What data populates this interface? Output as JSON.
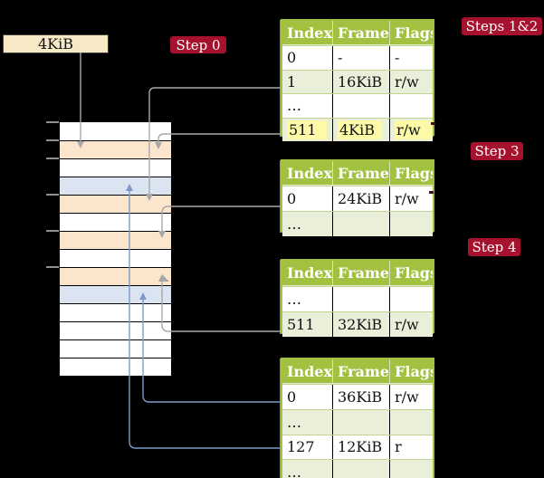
{
  "colors": {
    "background": "#000000",
    "accent_red": "#a6112e",
    "header_green": "#a3c140",
    "row_green": "#e9efd8",
    "highlight_yellow": "#fdf9a6",
    "strip_orange": "#fce5cd",
    "strip_blue": "#dbe5f2",
    "box_cream": "#f8e9c6",
    "connector_gray": "#a8a8a8",
    "connector_blue": "#7d99c7"
  },
  "page_size_box": {
    "label": "4KiB"
  },
  "step_labels": [
    {
      "id": "step-0",
      "label": "Step 0"
    },
    {
      "id": "steps-1-2",
      "label": "Steps 1&2"
    },
    {
      "id": "step-3",
      "label": "Step 3"
    },
    {
      "id": "step-4",
      "label": "Step 4"
    }
  ],
  "memory_strip": {
    "rows": [
      "white",
      "orange",
      "white",
      "blue",
      "orange",
      "white",
      "orange",
      "white",
      "orange",
      "blue",
      "white",
      "white",
      "white",
      "white"
    ]
  },
  "tables": [
    {
      "name": "page-table-steps-1-2",
      "headers": [
        "Index",
        "Frame",
        "Flags"
      ],
      "rows": [
        {
          "cells": [
            "0",
            "-",
            "-"
          ],
          "shaded": false,
          "highlighted": false
        },
        {
          "cells": [
            "1",
            "16KiB",
            "r/w"
          ],
          "shaded": true,
          "highlighted": false
        },
        {
          "cells": [
            "…",
            "",
            ""
          ],
          "shaded": false,
          "highlighted": false
        },
        {
          "cells": [
            "511",
            "4KiB",
            "r/w"
          ],
          "shaded": true,
          "highlighted": true
        }
      ]
    },
    {
      "name": "page-table-step-3",
      "headers": [
        "Index",
        "Frame",
        "Flags"
      ],
      "rows": [
        {
          "cells": [
            "0",
            "24KiB",
            "r/w"
          ],
          "shaded": false,
          "highlighted": false
        },
        {
          "cells": [
            "…",
            "",
            ""
          ],
          "shaded": true,
          "highlighted": false
        }
      ]
    },
    {
      "name": "page-table-step-4",
      "headers": [
        "Index",
        "Frame",
        "Flags"
      ],
      "rows": [
        {
          "cells": [
            "…",
            "",
            ""
          ],
          "shaded": false,
          "highlighted": false
        },
        {
          "cells": [
            "511",
            "32KiB",
            "r/w"
          ],
          "shaded": true,
          "highlighted": false
        }
      ]
    },
    {
      "name": "page-table-final",
      "headers": [
        "Index",
        "Frame",
        "Flags"
      ],
      "rows": [
        {
          "cells": [
            "0",
            "36KiB",
            "r/w"
          ],
          "shaded": false,
          "highlighted": false
        },
        {
          "cells": [
            "…",
            "",
            ""
          ],
          "shaded": true,
          "highlighted": false
        },
        {
          "cells": [
            "127",
            "12KiB",
            "r"
          ],
          "shaded": false,
          "highlighted": false
        },
        {
          "cells": [
            "…",
            "",
            ""
          ],
          "shaded": true,
          "highlighted": false
        }
      ]
    }
  ]
}
